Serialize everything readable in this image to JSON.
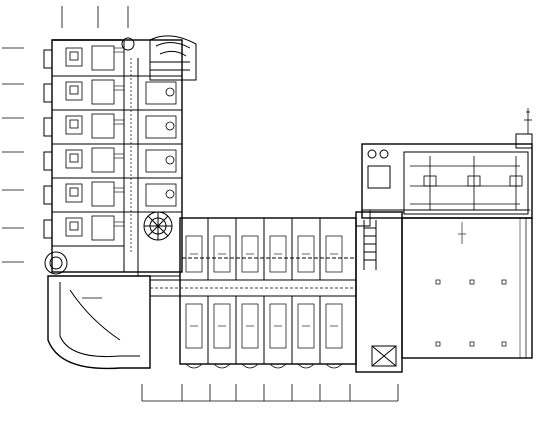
{
  "drawing": {
    "type": "floor-plan",
    "line_color": "#000000",
    "background": "#ffffff",
    "guest_rooms_west_wing": 6,
    "office_bays_center": 6,
    "open_hall_east": 1
  },
  "labels": {
    "tag_east": "",
    "small_tags": [
      "",
      "",
      ""
    ]
  }
}
